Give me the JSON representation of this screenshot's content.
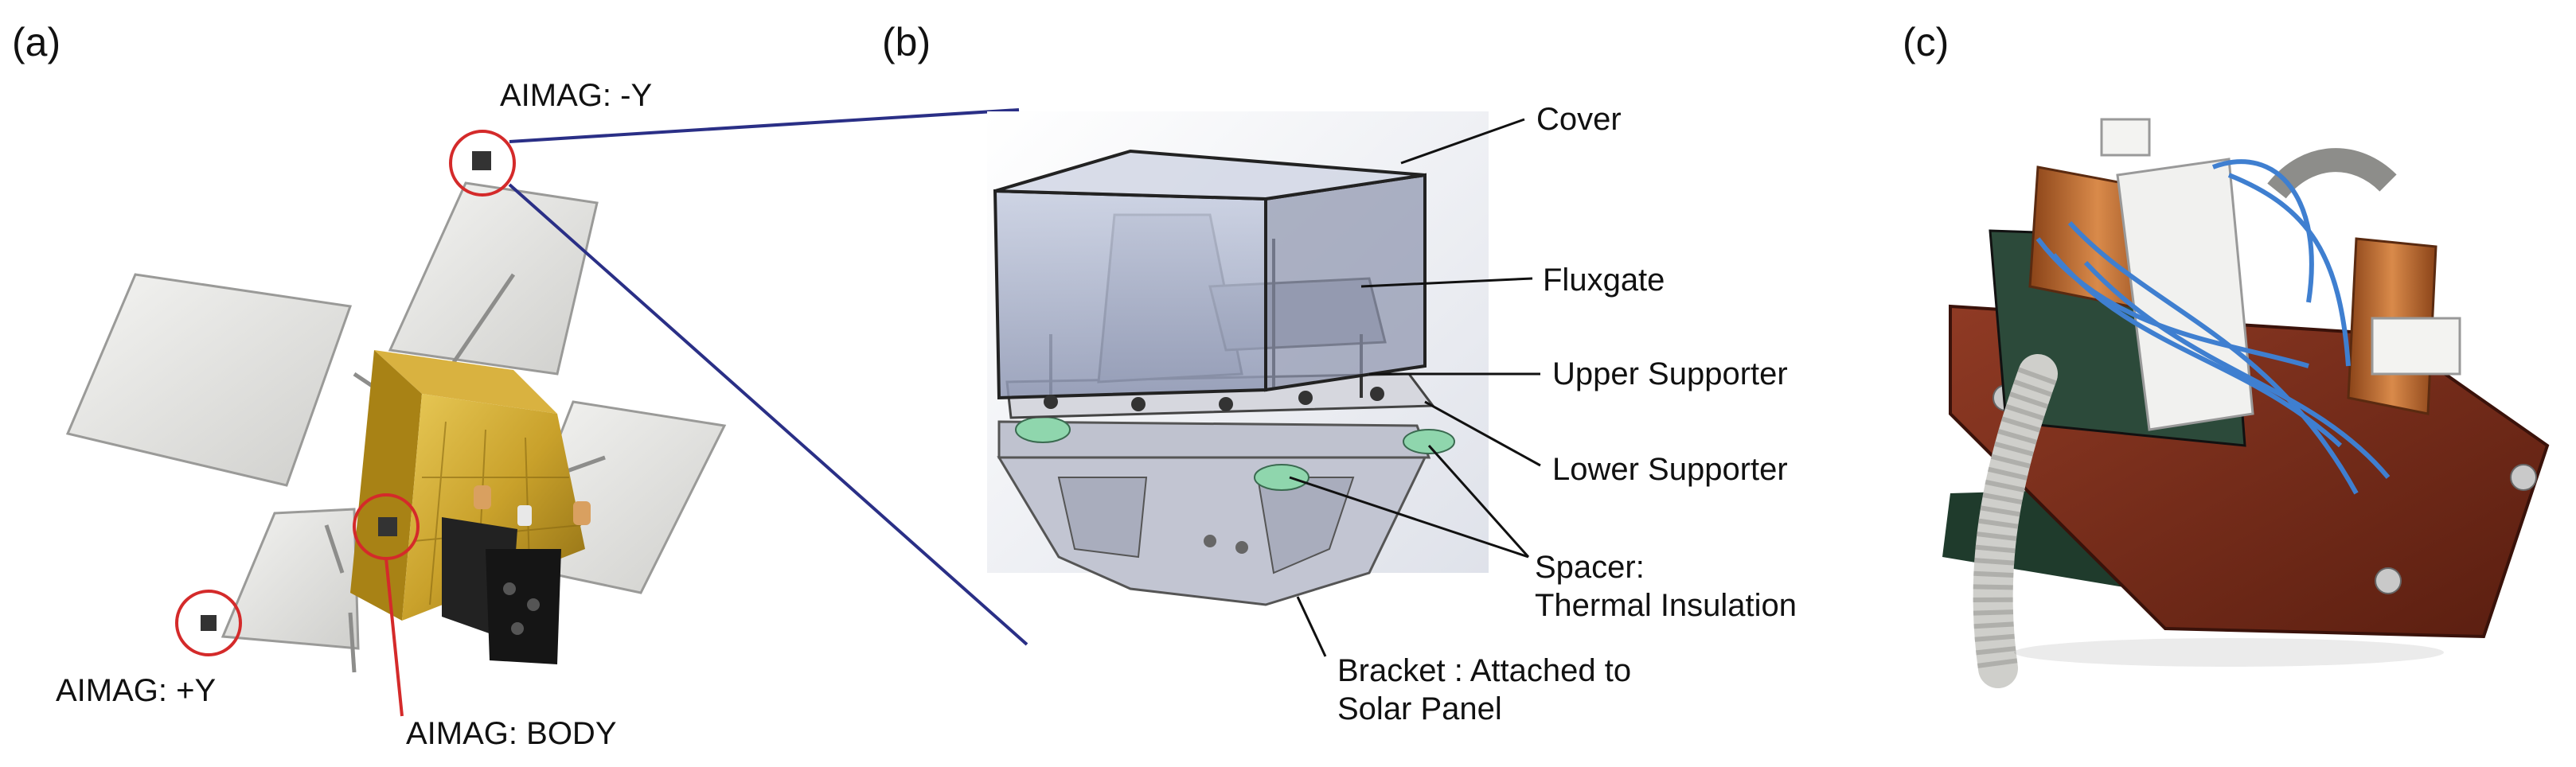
{
  "panels": {
    "a": {
      "label": "(a)",
      "labels": {
        "minus_y": "AIMAG: -Y",
        "plus_y": "AIMAG: +Y",
        "body": "AIMAG: BODY"
      }
    },
    "b": {
      "label": "(b)",
      "labels": {
        "cover": "Cover",
        "fluxgate": "Fluxgate",
        "upper_supporter": "Upper Supporter",
        "lower_supporter": "Lower Supporter",
        "spacer_line1": "Spacer:",
        "spacer_line2": "Thermal Insulation",
        "bracket_line1": "Bracket : Attached to",
        "bracket_line2": "Solar Panel"
      }
    },
    "c": {
      "label": "(c)"
    }
  },
  "colors": {
    "highlight_circle": "#d42a2a",
    "connector_line": "#2a2f86",
    "gold_foil": "#c9a12b",
    "solar_panel": "#e6e6e4",
    "cover_glass": "#9ea7c0",
    "spacer_green": "#8fd6ad",
    "copper": "#b5652a",
    "pcb_board": "#7a2a1a"
  }
}
